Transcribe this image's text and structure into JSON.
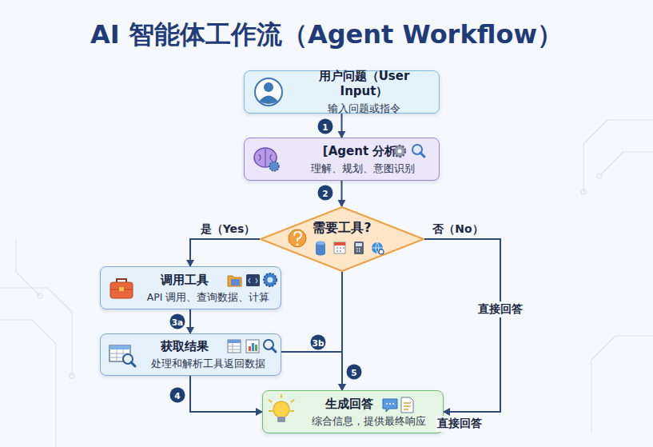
{
  "diagram": {
    "title": "AI 智能体工作流（Agent Workflow）",
    "nodes": [
      {
        "text": [
          "用户问题（User Input）",
          "输入问题或指令"
        ]
      },
      {
        "text": [
          "[Agent 分析]",
          "理解、规划、意图识别"
        ]
      },
      {
        "text": [
          "需要工具?"
        ]
      },
      {
        "text": [
          "调用工具",
          "API 调用、查询数据、计算"
        ]
      },
      {
        "text": [
          "获取结果",
          "处理和解析工具返回数据"
        ]
      },
      {
        "text": [
          "生成回答",
          "综合信息，提供最终响应"
        ]
      }
    ],
    "edges": [
      {
        "from": 0,
        "to": 1,
        "arrow": "to"
      },
      {
        "from": 1,
        "to": 2,
        "arrow": "to"
      },
      {
        "from": 2,
        "to": 3,
        "label": "是（Yes）",
        "arrow": "to"
      },
      {
        "from": 3,
        "to": 4,
        "arrow": "to"
      },
      {
        "from": 4,
        "to": 5,
        "arrow": "to"
      },
      {
        "from": 2,
        "to": 5,
        "arrow": "to"
      },
      {
        "from": 4,
        "to": 5,
        "arrow": "to"
      },
      {
        "from": 2,
        "to": 5,
        "label": "否（No）",
        "arrow": "to"
      }
    ],
    "labels": [
      "1",
      "2",
      "3a",
      "3b",
      "4",
      "5",
      "直接回答",
      "直接回答"
    ]
  }
}
